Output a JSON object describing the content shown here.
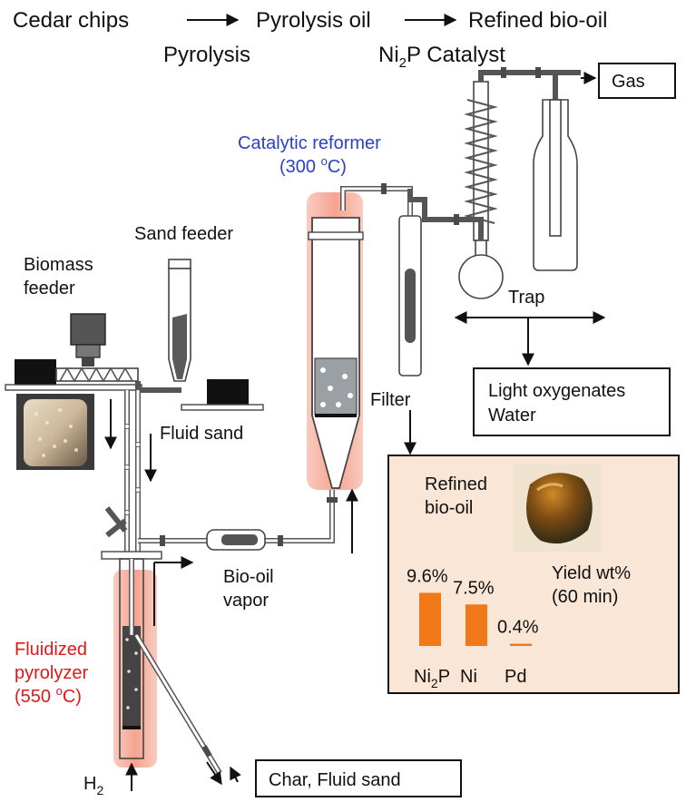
{
  "process": {
    "step1": "Cedar chips",
    "step2": "Pyrolysis oil",
    "step3": "Refined bio-oil",
    "arrow1_label": "Pyrolysis",
    "arrow2_label_main": "Ni",
    "arrow2_label_sub": "2",
    "arrow2_label_rest": "P Catalyst"
  },
  "labels": {
    "gas": "Gas",
    "catalytic_reformer_line1": "Catalytic reformer",
    "catalytic_reformer_line2_pre": "(300 ",
    "catalytic_reformer_line2_sup": "o",
    "catalytic_reformer_line2_post": "C)",
    "sand_feeder": "Sand feeder",
    "biomass_feeder_line1": "Biomass",
    "biomass_feeder_line2": "feeder",
    "trap": "Trap",
    "filter": "Filter",
    "light_oxygenates_line1": "Light oxygenates",
    "light_oxygenates_line2": "Water",
    "fluid_sand": "Fluid sand",
    "bio_oil_vapor_line1": "Bio-oil",
    "bio_oil_vapor_line2": "vapor",
    "fluidized_line1": "Fluidized",
    "fluidized_line2": "pyrolyzer",
    "fluidized_line3_pre": "(550 ",
    "fluidized_line3_sup": "o",
    "fluidized_line3_post": "C)",
    "h2_main": "H",
    "h2_sub": "2",
    "char": "Char, Fluid sand"
  },
  "inset": {
    "refined_line1": "Refined",
    "refined_line2": "bio-oil",
    "yield_line1": "Yield wt%",
    "yield_line2": "(60 min)"
  },
  "chart_data": {
    "type": "bar",
    "categories": [
      "Ni2P",
      "Ni",
      "Pd"
    ],
    "category_labels": [
      {
        "main": "Ni",
        "sub": "2",
        "rest": "P"
      },
      {
        "main": "Ni",
        "sub": "",
        "rest": ""
      },
      {
        "main": "Pd",
        "sub": "",
        "rest": ""
      }
    ],
    "values": [
      9.6,
      7.5,
      0.4
    ],
    "value_labels": [
      "9.6%",
      "7.5%",
      "0.4%"
    ],
    "ylabel": "Yield wt% (60 min)",
    "ylim": [
      0,
      10
    ],
    "bar_color": "#f07818"
  },
  "colors": {
    "accent_blue": "#2b3fc8",
    "accent_red": "#e01818",
    "inset_bg": "#fae6d6",
    "heat_glow": "#f49a86"
  }
}
